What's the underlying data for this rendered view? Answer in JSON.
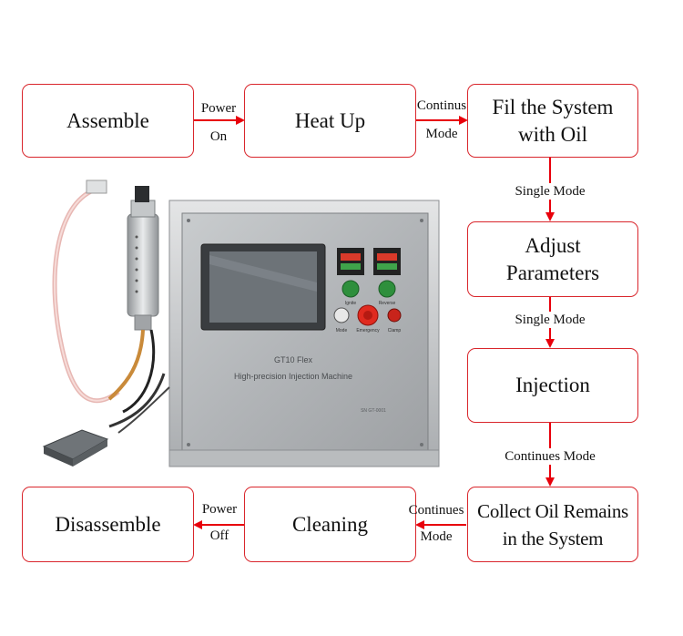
{
  "steps": {
    "assemble": "Assemble",
    "heat_up": "Heat Up",
    "fill_line1": "Fil the System",
    "fill_line2": "with Oil",
    "adjust_line1": "Adjust",
    "adjust_line2": "Parameters",
    "injection": "Injection",
    "collect_line1": "Collect Oil Remains",
    "collect_line2": "in the System",
    "cleaning": "Cleaning",
    "disassemble": "Disassemble"
  },
  "transitions": {
    "power_on_1": "Power",
    "power_on_2": "On",
    "continus_1": "Continus",
    "continus_2": "Mode",
    "single_mode_a": "Single Mode",
    "single_mode_b": "Single Mode",
    "continues_mode": "Continues Mode",
    "continues_1": "Continues",
    "continues_2": "Mode",
    "power_off_1": "Power",
    "power_off_2": "Off"
  },
  "machine": {
    "model": "GT10 Flex",
    "subtitle": "High-precision Injection Machine",
    "serial": "SN GT-0001",
    "btn_left": "Ignite",
    "btn_right": "Reverse",
    "btn_left_bottom": "Mode",
    "btn_stop": "Emergency",
    "btn_right_bottom": "Clamp"
  },
  "colors": {
    "accent": "#d9262c",
    "arrow": "#e8000b"
  }
}
